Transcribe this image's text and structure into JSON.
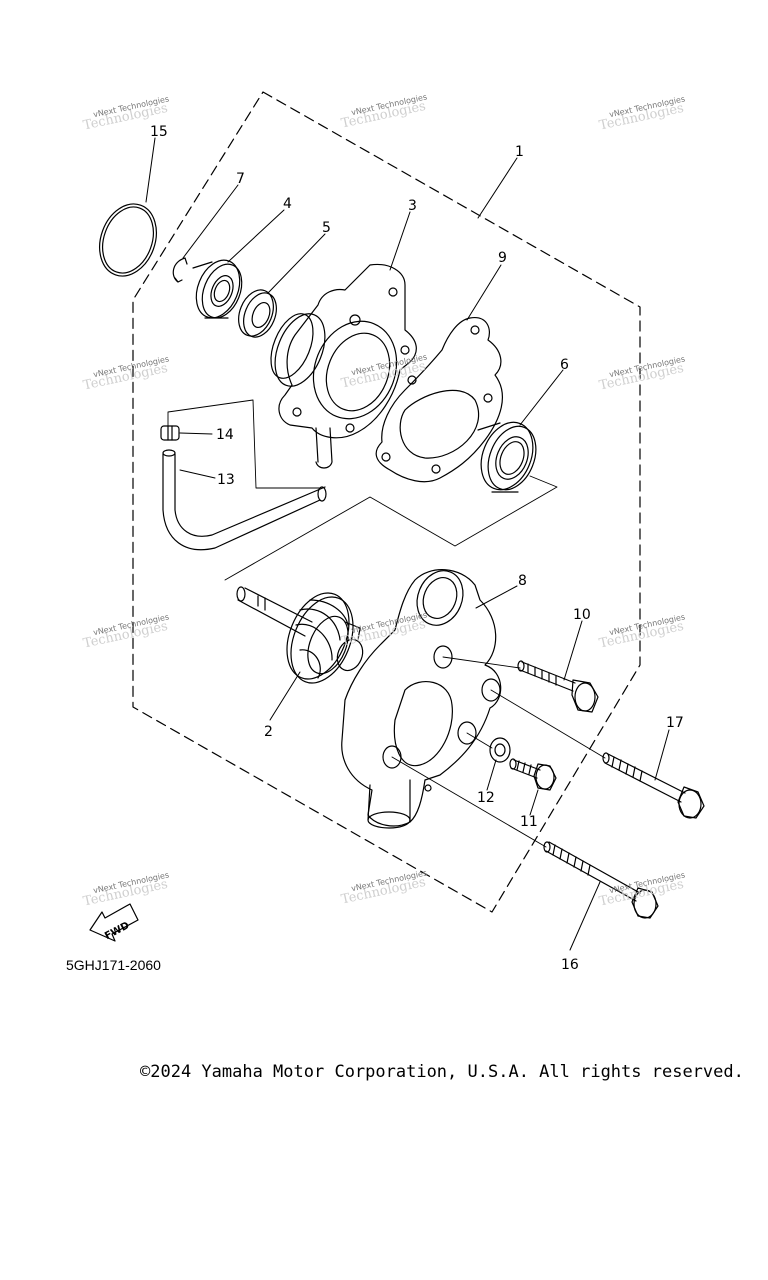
{
  "diagram": {
    "callouts": {
      "p1": "1",
      "p2": "2",
      "p3": "3",
      "p4": "4",
      "p5": "5",
      "p6": "6",
      "p7": "7",
      "p8": "8",
      "p9": "9",
      "p10": "10",
      "p11": "11",
      "p12": "12",
      "p13": "13",
      "p14": "14",
      "p15": "15",
      "p16": "16",
      "p17": "17"
    },
    "fwd_label": "FWD",
    "diagram_code": "5GHJ171-2060",
    "watermark": {
      "small": "vNext Technologies",
      "large": "Technologies"
    }
  },
  "footer": {
    "copyright": "©2024 Yamaha Motor Corporation, U.S.A. All rights reserved."
  }
}
